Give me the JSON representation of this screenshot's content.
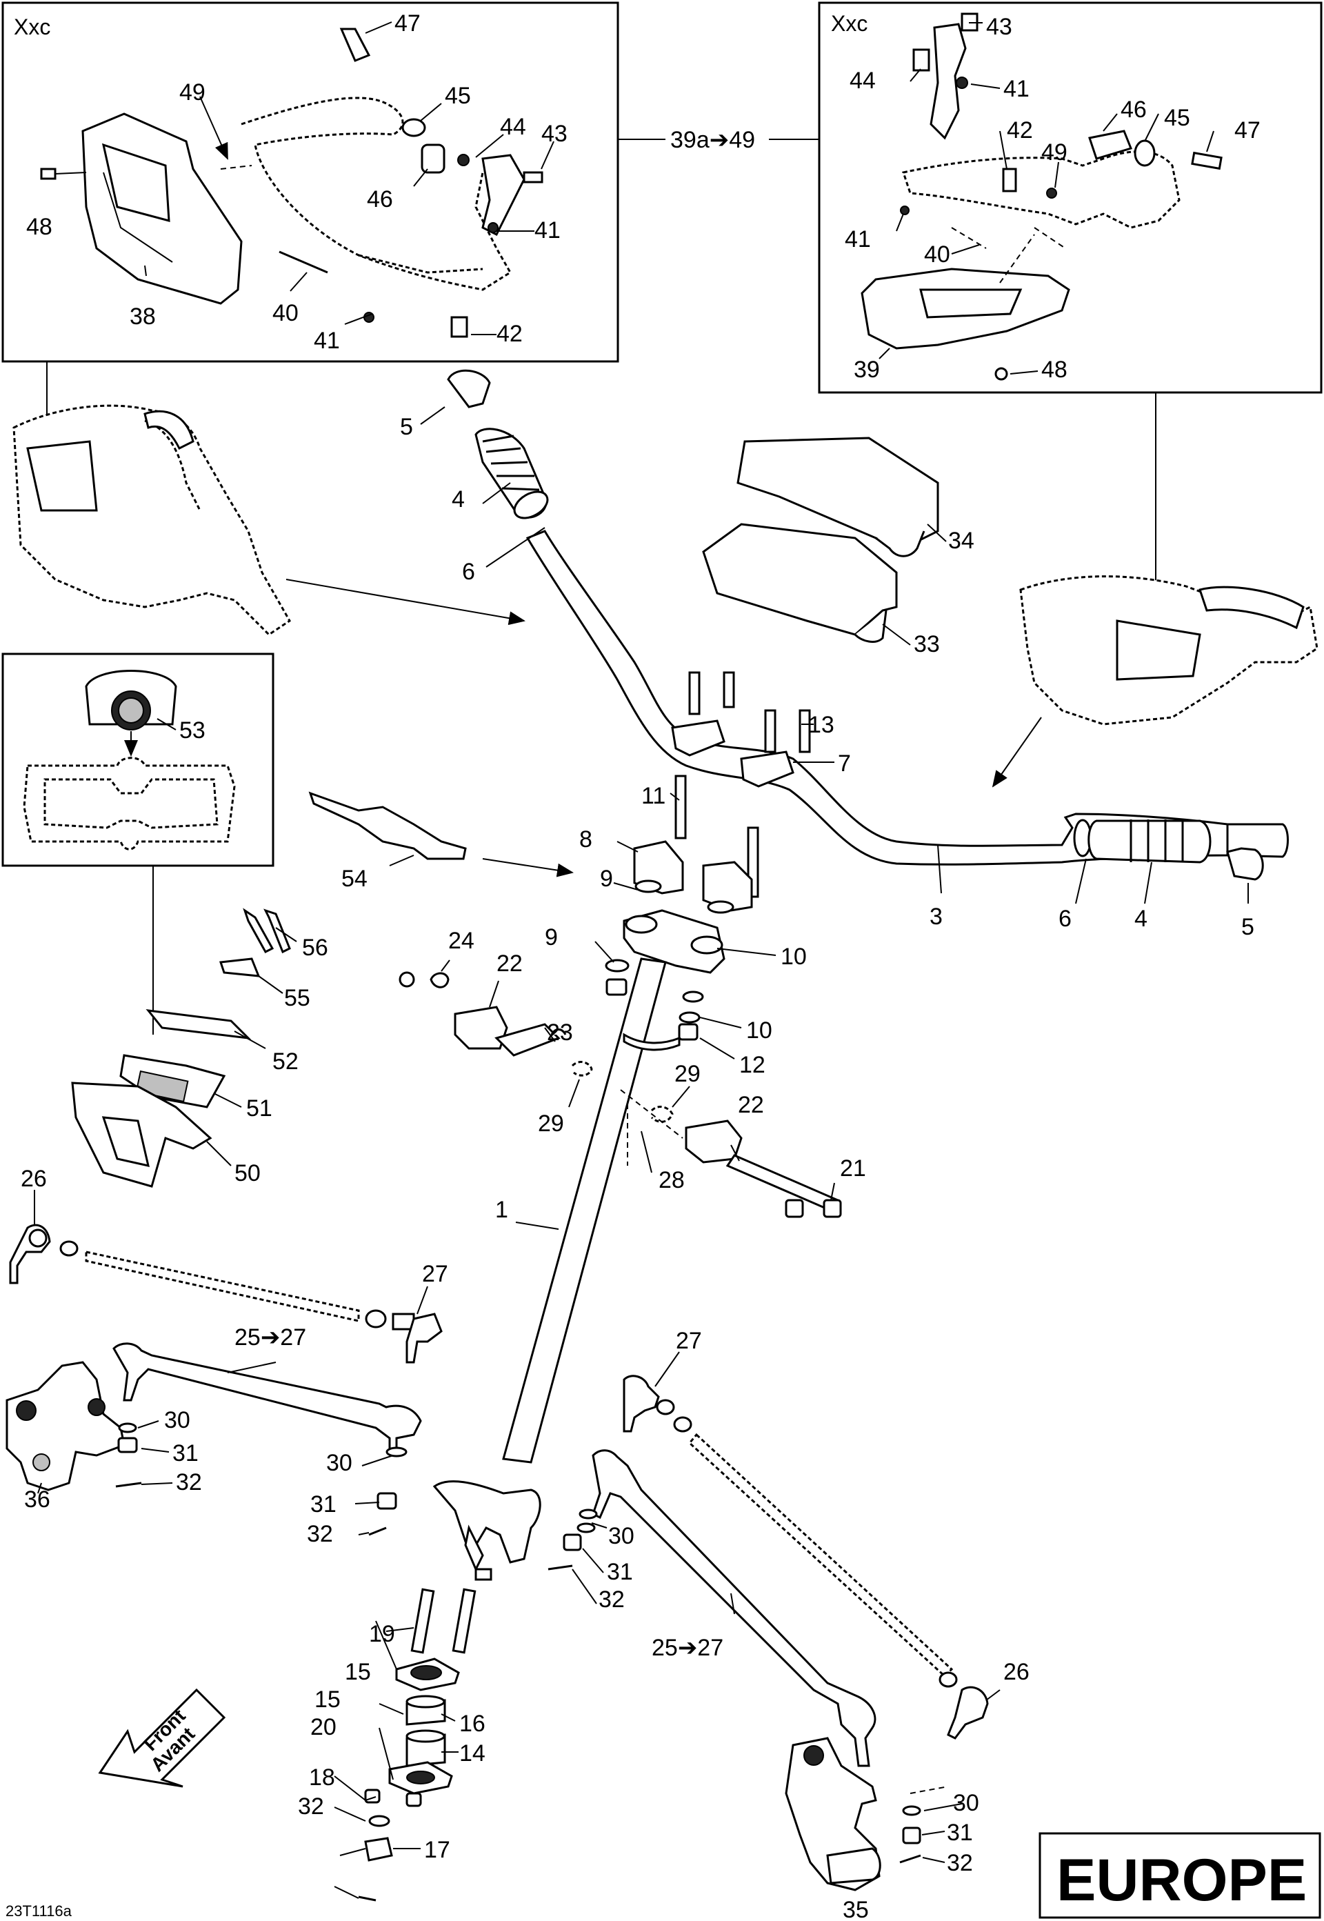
{
  "diagram_code": "23T1116a",
  "region": "EUROPE",
  "inset_labels": {
    "left_variant": "Xxc",
    "right_variant": "Xxc",
    "range_ref": "39a➔49"
  },
  "front_arrow": {
    "line1": "Front",
    "line2": "Avant"
  },
  "part_labels": {
    "p1": "1",
    "p3": "3",
    "p4a": "4",
    "p4b": "4",
    "p5a": "5",
    "p5b": "5",
    "p6a": "6",
    "p6b": "6",
    "p7": "7",
    "p8": "8",
    "p9a": "9",
    "p9b": "9",
    "p10a": "10",
    "p10b": "10",
    "p11": "11",
    "p12": "12",
    "p13": "13",
    "p14": "14",
    "p15a": "15",
    "p15b": "15",
    "p16": "16",
    "p17": "17",
    "p18": "18",
    "p19": "19",
    "p20": "20",
    "p21": "21",
    "p22a": "22",
    "p22b": "22",
    "p23": "23",
    "p24": "24",
    "p25a": "25➔27",
    "p25b": "25➔27",
    "p26a": "26",
    "p26b": "26",
    "p27a": "27",
    "p27b": "27",
    "p28": "28",
    "p29a": "29",
    "p29b": "29",
    "p30a": "30",
    "p30b": "30",
    "p30c": "30",
    "p30d": "30",
    "p31a": "31",
    "p31b": "31",
    "p31c": "31",
    "p31d": "31",
    "p32a": "32",
    "p32b": "32",
    "p32c": "32",
    "p32d": "32",
    "p32e": "32",
    "p33": "33",
    "p34": "34",
    "p35": "35",
    "p36": "36",
    "p50": "50",
    "p51": "51",
    "p52": "52",
    "p53": "53",
    "p54": "54",
    "p55": "55",
    "p56": "56",
    "L38": "38",
    "L40": "40",
    "L41a": "41",
    "L41b": "41",
    "L42": "42",
    "L43": "43",
    "L44": "44",
    "L45": "45",
    "L46": "46",
    "L47": "47",
    "L48": "48",
    "L49": "49",
    "R39": "39",
    "R40": "40",
    "R41a": "41",
    "R41b": "41",
    "R42": "42",
    "R43": "43",
    "R44": "44",
    "R45": "45",
    "R46": "46",
    "R47": "47",
    "R48": "48",
    "R49": "49"
  }
}
